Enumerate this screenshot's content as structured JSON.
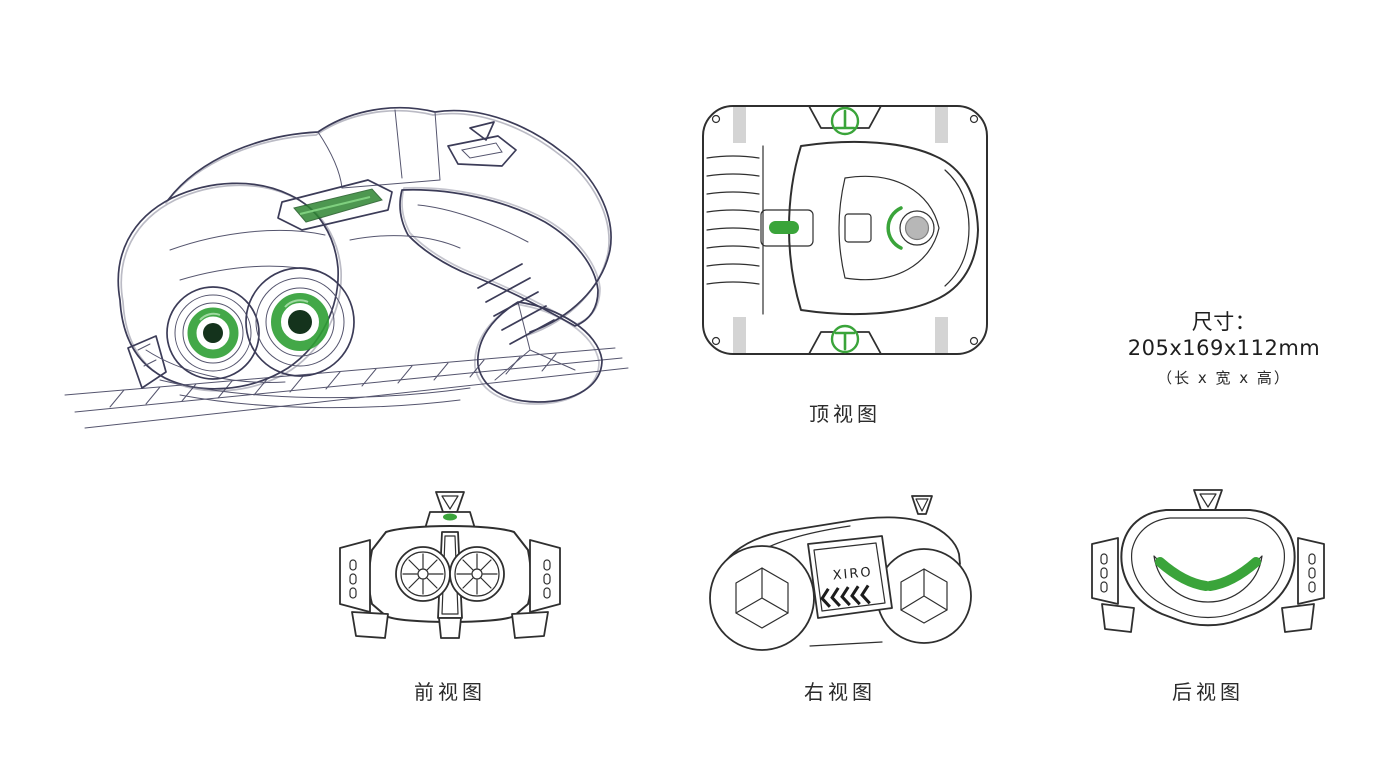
{
  "brand": {
    "name": "XIRO"
  },
  "dimensions": {
    "size_label": "尺寸：205x169x112mm",
    "legend_label": "（长 x 宽 x 高）"
  },
  "views": {
    "top": {
      "label": "顶视图"
    },
    "front": {
      "label": "前视图"
    },
    "right": {
      "label": "右视图"
    },
    "rear": {
      "label": "后视图"
    }
  },
  "colors": {
    "accent_green": "#3aa43a",
    "line_dark": "#2f2f2f",
    "sketch_ink": "#3c3c58",
    "tread_gray": "#d4d4d4"
  }
}
